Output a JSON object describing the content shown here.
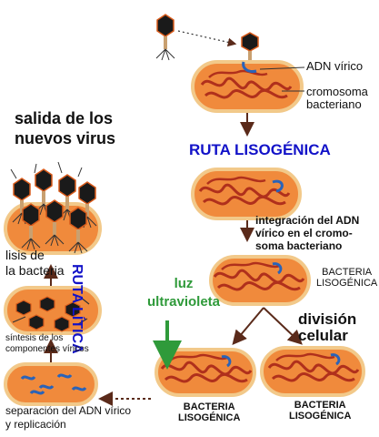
{
  "labels": {
    "adn_virico": "ADN vírico",
    "cromosoma_bacteriano": "cromosoma\nbacteriano",
    "ruta_lisogenica": "RUTA LISOGÉNICA",
    "integracion": "integración del ADN\nvírico en el cromo-\nsoma bacteriano",
    "bacteria_lisogenica": "BACTERIA\nLISOGÉNICA",
    "luz_ultravioleta": "luz\nultravioleta",
    "division_celular": "división\ncelular",
    "salida_virus": "salida de los\nnuevos virus",
    "ruta_litica": "RUTA LÍTICA",
    "lisis_bacteria": "lisis de\nla bacteria",
    "sintesis_componentes": "síntesis de los\ncomponentes víricos",
    "separacion_adn": "separación del ADN vírico\ny replicación"
  },
  "colors": {
    "cell_fill": "#f08a3c",
    "cell_border": "#f2c98a",
    "chromosome": "#b0301c",
    "viral_dna": "#2a63b8",
    "route_blue": "#1212c8",
    "uv_green": "#2f9a3a",
    "arrow": "#5a2a1a"
  }
}
